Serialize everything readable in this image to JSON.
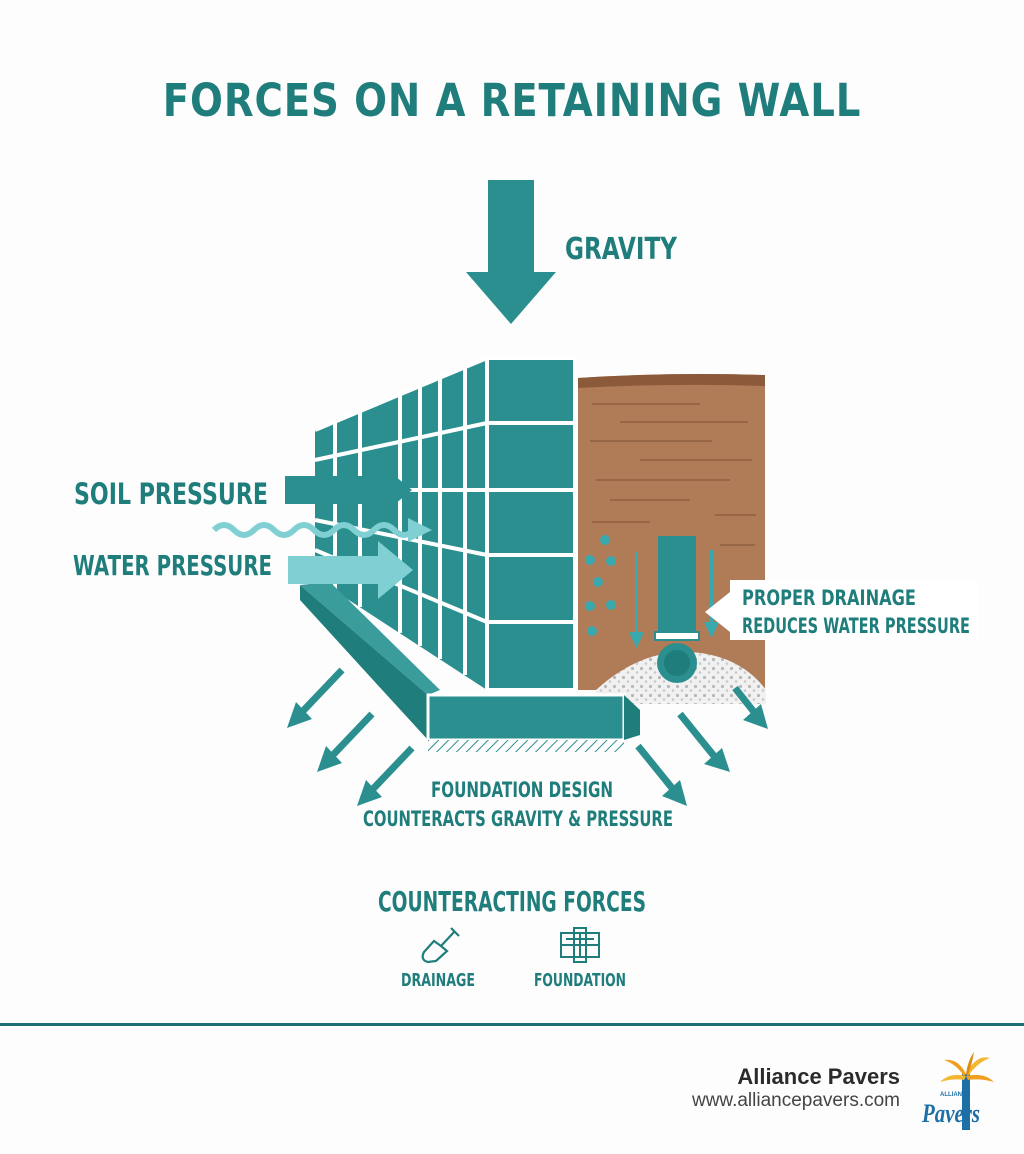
{
  "title": "FORCES ON A RETAINING WALL",
  "labels": {
    "gravity": "GRAVITY",
    "soil_pressure": "SOIL PRESSURE",
    "water_pressure": "WATER PRESSURE",
    "drainage_line1": "PROPER DRAINAGE",
    "drainage_line2": "REDUCES WATER PRESSURE",
    "foundation_line1": "FOUNDATION DESIGN",
    "foundation_line2": "COUNTERACTS GRAVITY & PRESSURE"
  },
  "counteracting": {
    "heading": "COUNTERACTING FORCES",
    "items": [
      {
        "label": "DRAINAGE",
        "icon": "shovel-icon"
      },
      {
        "label": "FOUNDATION",
        "icon": "foundation-icon"
      }
    ]
  },
  "brand": {
    "name": "Alliance Pavers",
    "url": "www.alliancepavers.com",
    "logo_small": "ALLIANCE",
    "logo_big": "Pavers"
  },
  "colors": {
    "teal": "#2a8f8e",
    "teal_dark": "#1f7d7c",
    "teal_light": "#7fcfd3",
    "soil": "#b07c57",
    "soil_top": "#8a5a3b"
  }
}
